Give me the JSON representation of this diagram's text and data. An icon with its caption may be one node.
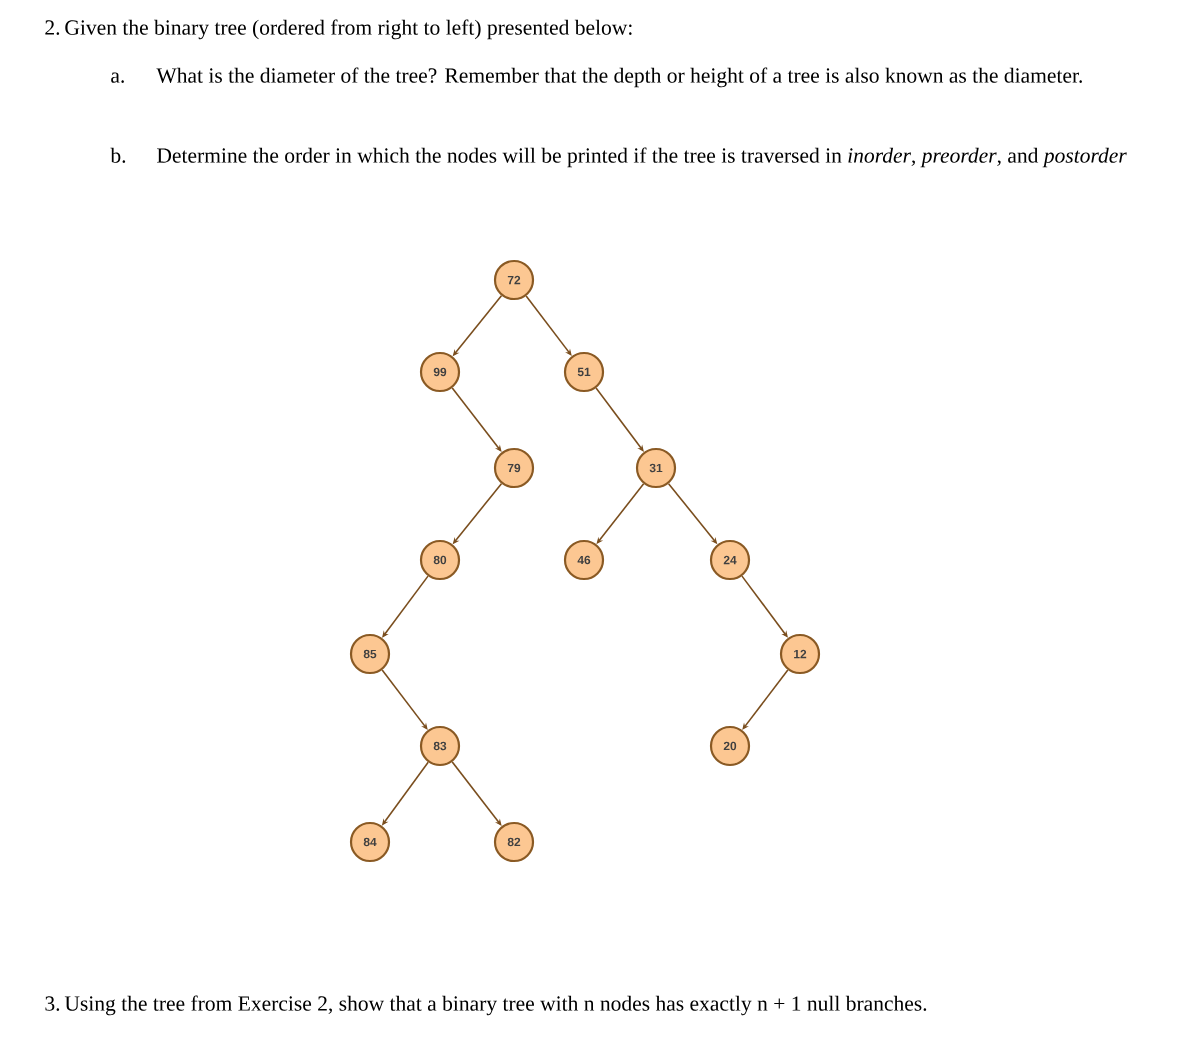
{
  "diagram": {
    "nodes": [
      {
        "text": [
          "72"
        ]
      },
      {
        "text": [
          "99"
        ]
      },
      {
        "text": [
          "51"
        ]
      },
      {
        "text": [
          "79"
        ]
      },
      {
        "text": [
          "31"
        ]
      },
      {
        "text": [
          "80"
        ]
      },
      {
        "text": [
          "46"
        ]
      },
      {
        "text": [
          "24"
        ]
      },
      {
        "text": [
          "85"
        ]
      },
      {
        "text": [
          "12"
        ]
      },
      {
        "text": [
          "83"
        ]
      },
      {
        "text": [
          "20"
        ]
      },
      {
        "text": [
          "84"
        ]
      },
      {
        "text": [
          "82"
        ]
      }
    ],
    "edges": [
      {
        "from": 0,
        "to": 1,
        "arrow": "to"
      },
      {
        "from": 0,
        "to": 2,
        "arrow": "to"
      },
      {
        "from": 1,
        "to": 3,
        "arrow": "to"
      },
      {
        "from": 2,
        "to": 4,
        "arrow": "to"
      },
      {
        "from": 3,
        "to": 5,
        "arrow": "to"
      },
      {
        "from": 4,
        "to": 6,
        "arrow": "to"
      },
      {
        "from": 4,
        "to": 7,
        "arrow": "to"
      },
      {
        "from": 5,
        "to": 8,
        "arrow": "to"
      },
      {
        "from": 7,
        "to": 9,
        "arrow": "to"
      },
      {
        "from": 8,
        "to": 10,
        "arrow": "to"
      },
      {
        "from": 9,
        "to": 11,
        "arrow": "to"
      },
      {
        "from": 10,
        "to": 12,
        "arrow": "to"
      },
      {
        "from": 10,
        "to": 13,
        "arrow": "to"
      }
    ],
    "labels": [
      "2.",
      "Given the binary tree (ordered from right to left) presented below:",
      "a.",
      "What is the diameter of the tree? Remember that the depth or height of a tree is also known as the diameter.",
      "b.",
      "Determine the order in which the nodes will be printed if the tree is traversed in *inorder*, *preorder*, and *postorder*",
      "3.",
      "Using the tree from Exercise 2, show that a binary tree with n nodes has exactly n + 1 null branches."
    ]
  }
}
